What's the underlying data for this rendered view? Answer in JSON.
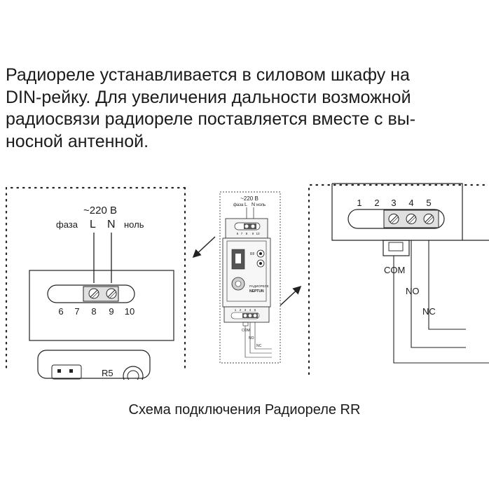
{
  "intro": {
    "lines": [
      "Радиореле устанавливается в силовом шкафу на",
      "DIN-рейку. Для увеличения дальности возможной",
      "радиосвязи радиореле поставляется вместе с вы-",
      "носной антенной."
    ]
  },
  "left_detail": {
    "voltage": "~220 В",
    "phase_label": "фаза",
    "l_label": "L",
    "n_label": "N",
    "neutral_label": "ноль",
    "terminals": [
      "6",
      "7",
      "8",
      "9",
      "10"
    ],
    "partial_label": "R5"
  },
  "center_device": {
    "voltage": "~220 В",
    "phase_label": "фаза",
    "l_label": "L",
    "n_label": "N",
    "neutral_label": "ноль",
    "top_terminals": [
      "6",
      "7",
      "8",
      "9",
      "10"
    ],
    "bottom_terminals": [
      "1",
      "2",
      "3",
      "4",
      "5"
    ],
    "rf_label": "RF",
    "brand_line1": "РАДИОРЕЛЕ",
    "brand_line2": "NEPTUN",
    "com_label": "COM",
    "no_label": "NO",
    "nc_label": "NC"
  },
  "right_detail": {
    "terminals": [
      "1",
      "2",
      "3",
      "4",
      "5"
    ],
    "com_label": "COM",
    "no_label": "NO",
    "nc_label": "NC"
  },
  "caption": "Схема подключения Радиореле RR"
}
